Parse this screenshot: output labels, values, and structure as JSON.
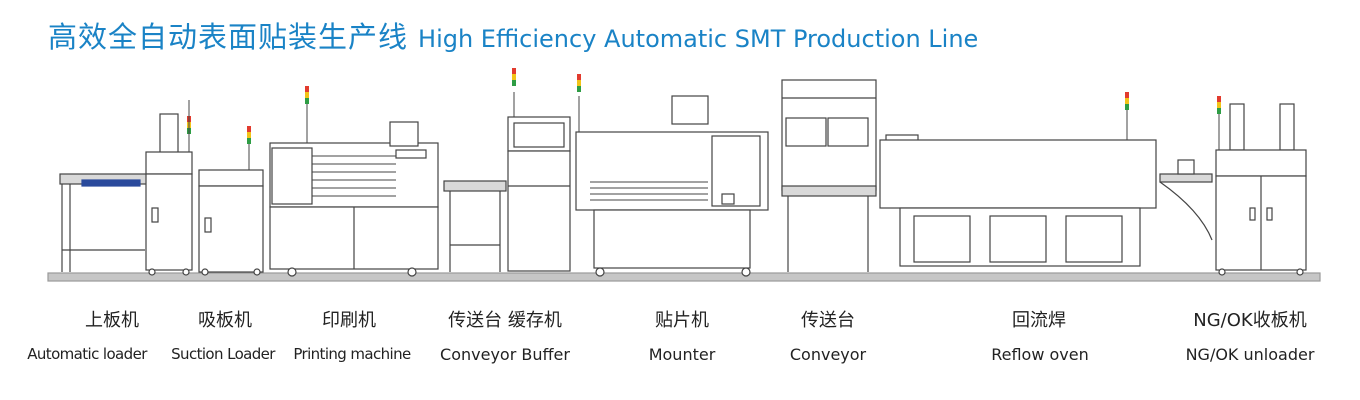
{
  "title": {
    "cn": "高效全自动表面贴装生产线",
    "en": "High Efficiency Automatic SMT Production Line"
  },
  "machines": [
    {
      "cn": "上板机",
      "en": "Automatic loader"
    },
    {
      "cn": "吸板机",
      "en": "Suction Loader"
    },
    {
      "cn": "印刷机",
      "en": "Printing machine"
    },
    {
      "cn": "传送台 缓存机",
      "en": "Conveyor Buffer"
    },
    {
      "cn": "贴片机",
      "en": "Mounter"
    },
    {
      "cn": "传送台",
      "en": "Conveyor"
    },
    {
      "cn": "回流焊",
      "en": "Reflow oven"
    },
    {
      "cn": "NG/OK收板机",
      "en": "NG/OK unloader"
    }
  ],
  "colors": {
    "title": "#1a83c6",
    "beacon_red": "#e23b2e",
    "beacon_yellow": "#f2c318",
    "beacon_green": "#2e9d44",
    "floor": "#b8b8b8",
    "line": "#444444"
  }
}
